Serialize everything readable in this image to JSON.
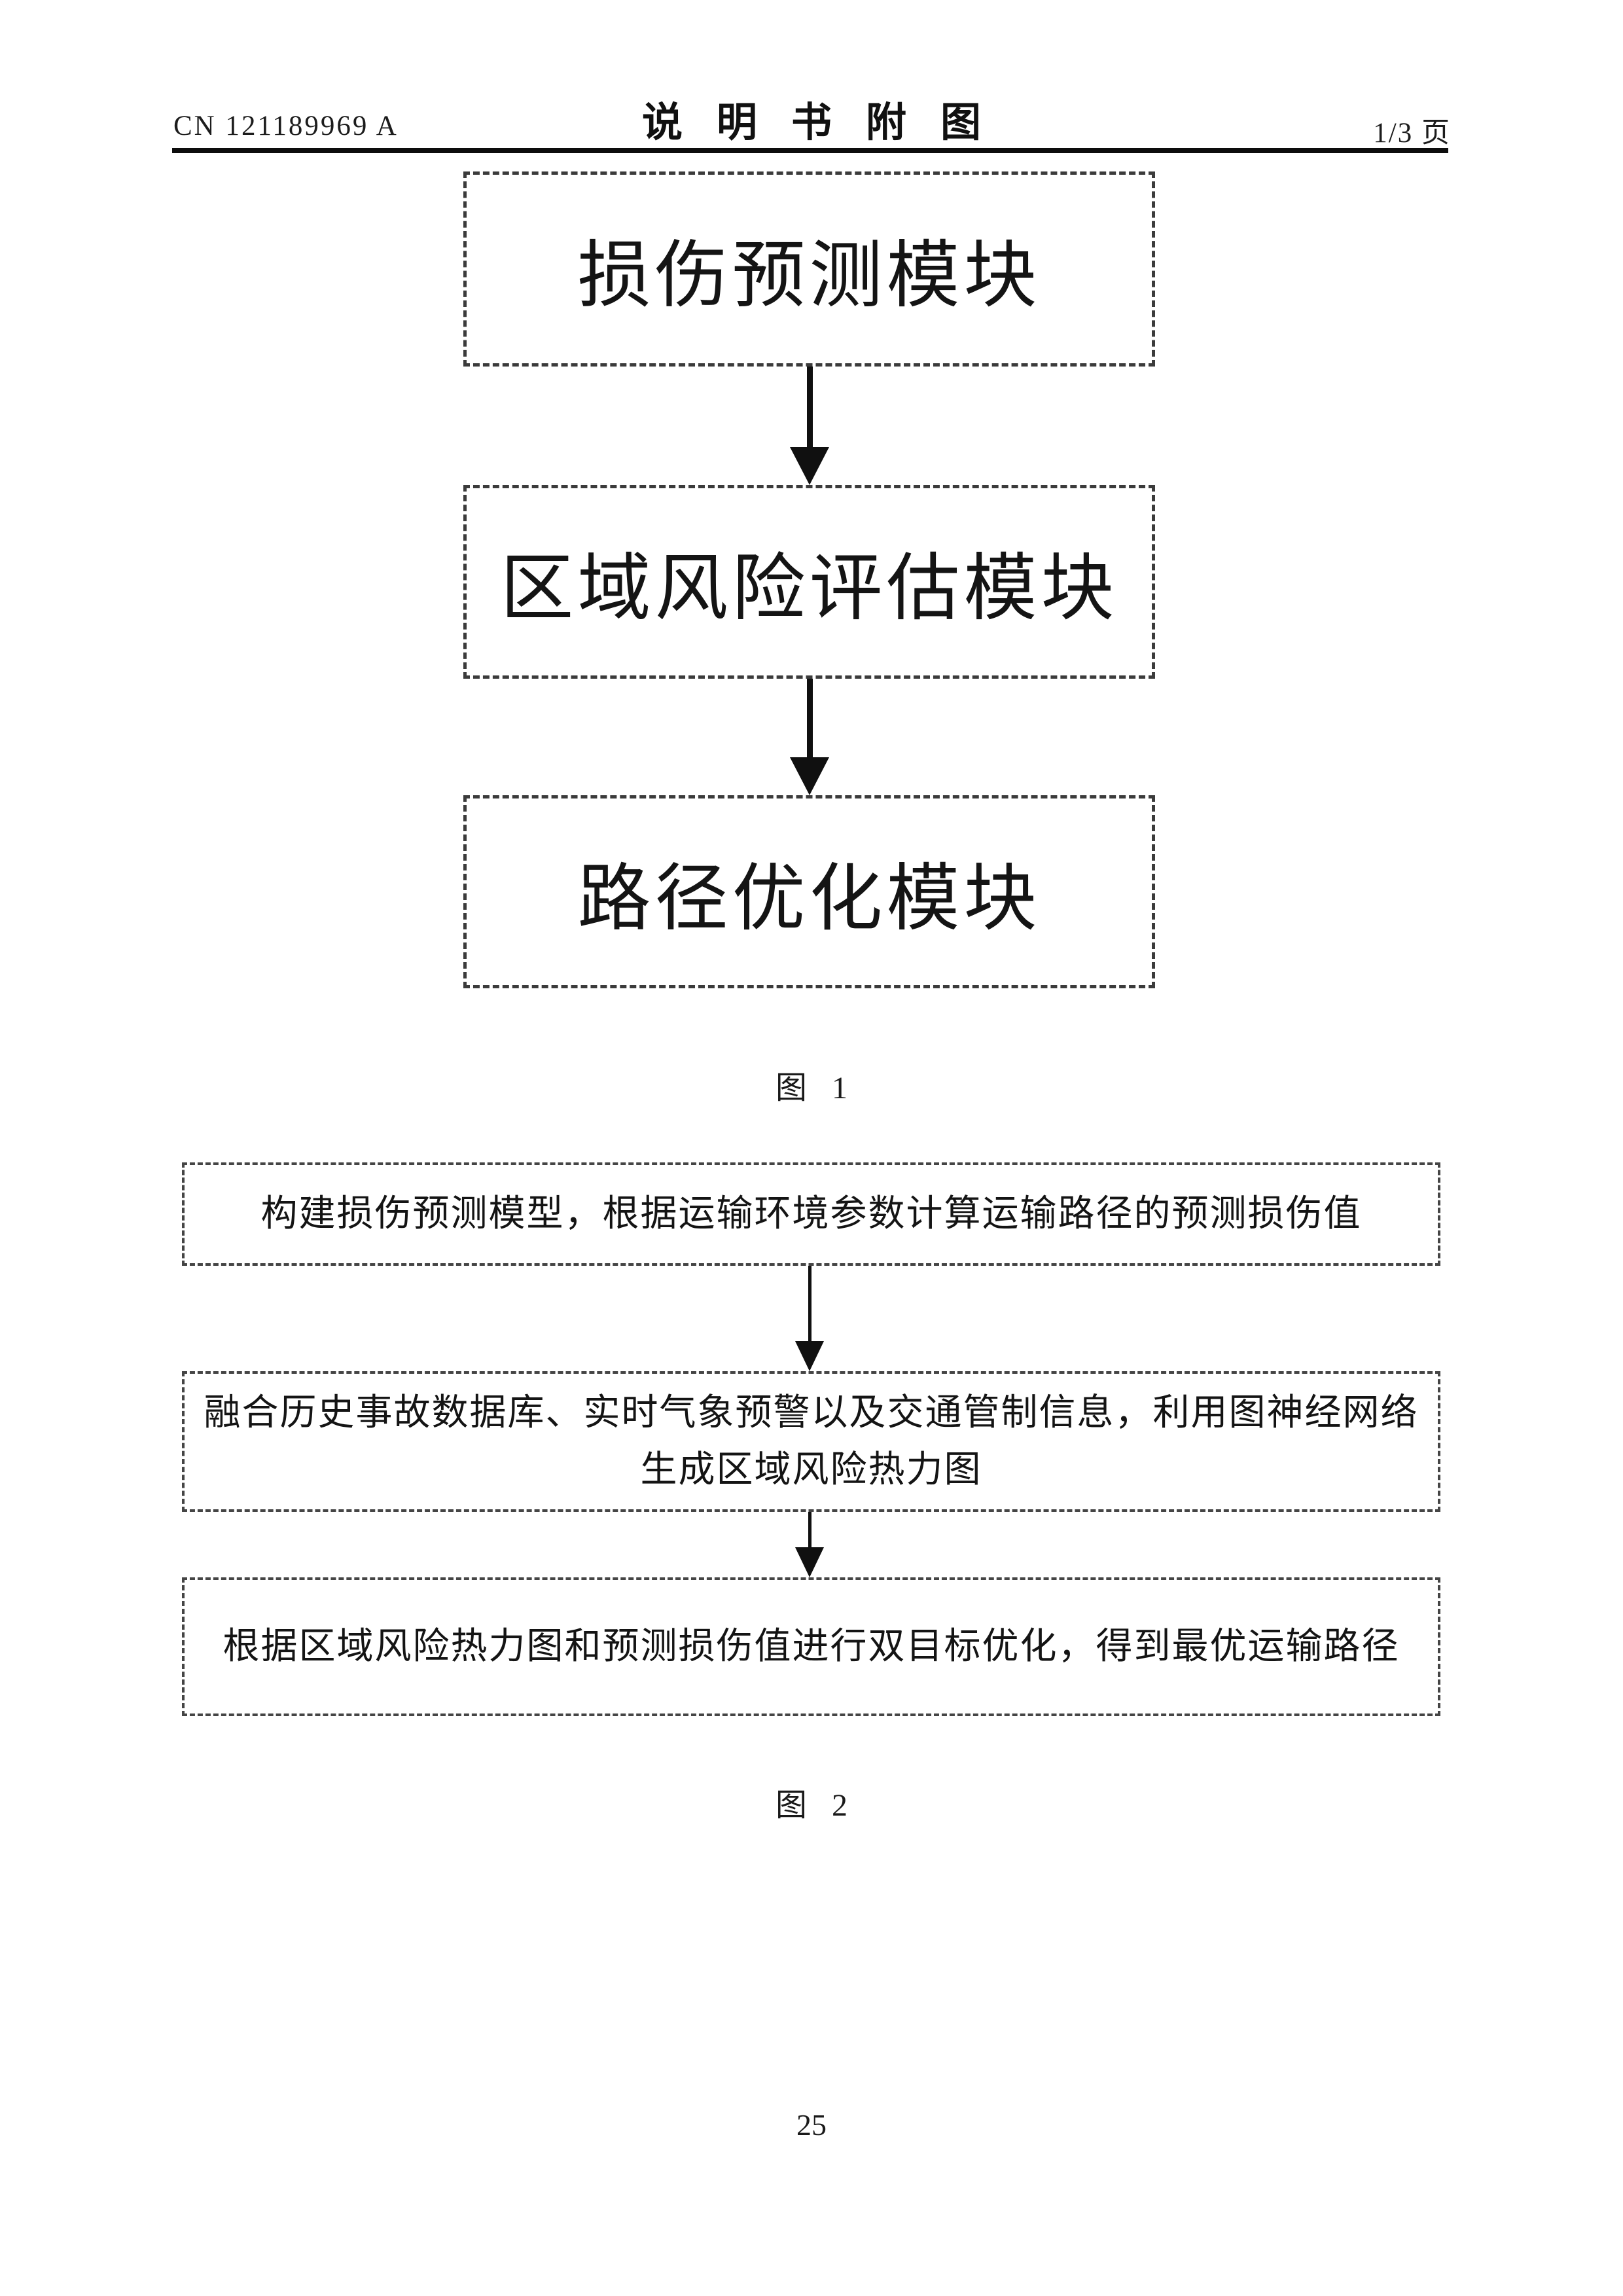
{
  "header": {
    "patent_number": "CN 121189969 A",
    "doc_title": "说明书附图",
    "page_indicator": "1/3 页"
  },
  "figure1": {
    "modules": [
      "损伤预测模块",
      "区域风险评估模块",
      "路径优化模块"
    ],
    "caption": "图 1"
  },
  "figure2": {
    "steps": [
      "构建损伤预测模型，根据运输环境参数计算运输路径的预测损伤值",
      "融合历史事故数据库、实时气象预警以及交通管制信息，利用图神经网络生成区域风险热力图",
      "根据区域风险热力图和预测损伤值进行双目标优化，得到最优运输路径"
    ],
    "caption": "图 2"
  },
  "footer": {
    "page_number": "25"
  },
  "colors": {
    "ink": "#101010",
    "box_border": "#3b3b3b",
    "background": "#ffffff"
  }
}
